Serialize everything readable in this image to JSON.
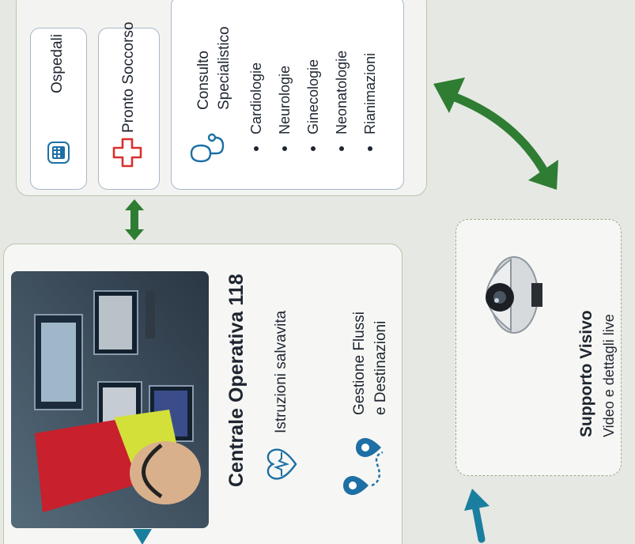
{
  "network_card": {
    "hospitals": "Ospedali",
    "emergency": "Pronto Soccorso",
    "consult_title_1": "Consulto",
    "consult_title_2": "Specialistico",
    "specialties": [
      "Cardiologie",
      "Neurologie",
      "Ginecologie",
      "Neonatologie",
      "Rianimazioni"
    ]
  },
  "central_card": {
    "title": "Centrale Operativa 118",
    "item1": "Istruzioni salvavita",
    "item2_line1": "Gestione Flussi",
    "item2_line2": "e Destinazioni"
  },
  "visual_card": {
    "title": "Supporto Visivo",
    "subtitle": "Video e dettagli live"
  },
  "colors": {
    "green_arrow": "#2e7d32",
    "teal_arrow": "#1a7f9e",
    "cross_red": "#d9302c",
    "icon_blue": "#1d6fa5"
  }
}
